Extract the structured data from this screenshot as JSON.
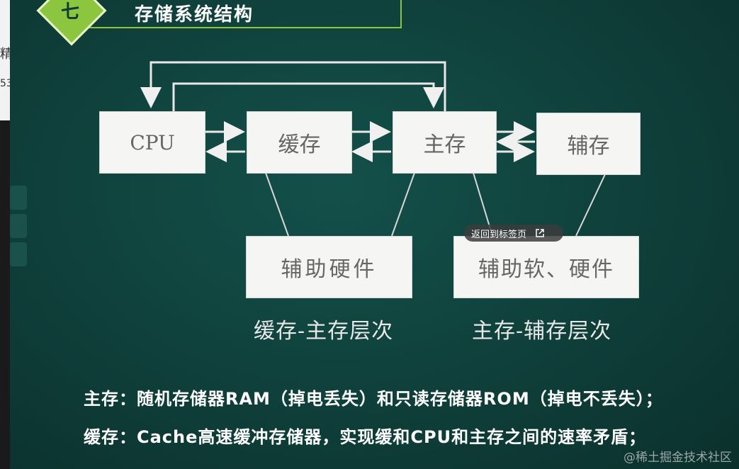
{
  "left_strip": {
    "fragment_1": "精",
    "fragment_2": "53"
  },
  "header": {
    "badge": "七",
    "title": "存储系统结构"
  },
  "diagram": {
    "nodes": {
      "cpu": "CPU",
      "cache": "缓存",
      "main": "主存",
      "aux": "辅存",
      "hw": "辅助硬件",
      "swhw": "辅助软、硬件"
    },
    "labels": {
      "level1": "缓存-主存层次",
      "level2": "主存-辅存层次"
    }
  },
  "popup": {
    "text": "返回到标签页"
  },
  "notes": [
    "主存：随机存储器RAM（掉电丢失）和只读存储器ROM（掉电不丢失）；",
    "缓存：Cache高速缓冲存储器，实现缓和CPU和主存之间的速率矛盾；"
  ],
  "watermark": "@稀土掘金技术社区"
}
